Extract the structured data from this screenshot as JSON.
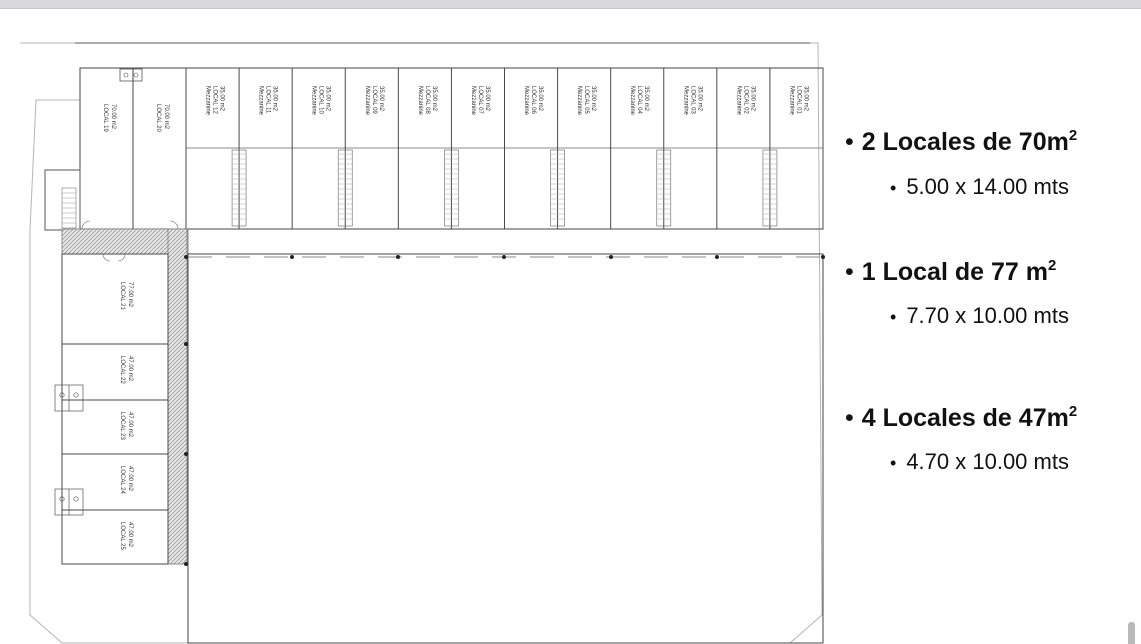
{
  "floorplan": {
    "mezzanine_units": [
      {
        "label": "Mezzanine",
        "local": "LOCAL 12",
        "area": "35.00 m2"
      },
      {
        "label": "Mezzanine",
        "local": "LOCAL 11",
        "area": "35.00 m2"
      },
      {
        "label": "Mezzanine",
        "local": "LOCAL 10",
        "area": "35.00 m2"
      },
      {
        "label": "Mezzanine",
        "local": "LOCAL 09",
        "area": "35.00 m2"
      },
      {
        "label": "Mezzanine",
        "local": "LOCAL 08",
        "area": "35.00 m2"
      },
      {
        "label": "Mezzanine",
        "local": "LOCAL 07",
        "area": "35.00 m2"
      },
      {
        "label": "Mezzanine",
        "local": "LOCAL 06",
        "area": "35.00 m2"
      },
      {
        "label": "Mezzanine",
        "local": "LOCAL 05",
        "area": "35.00 m2"
      },
      {
        "label": "Mezzanine",
        "local": "LOCAL 04",
        "area": "35.00 m2"
      },
      {
        "label": "Mezzanine",
        "local": "LOCAL 03",
        "area": "35.00 m2"
      },
      {
        "label": "Mezzanine",
        "local": "LOCAL 02",
        "area": "35.00 m2"
      },
      {
        "label": "Mezzanine",
        "local": "LOCAL 01",
        "area": "35.00 m2"
      }
    ],
    "top_left_units": [
      {
        "local": "LOCAL 19",
        "area": "70.00 m2"
      },
      {
        "local": "LOCAL 20",
        "area": "70.00 m2"
      }
    ],
    "left_units": [
      {
        "local": "LOCAL 21",
        "area": "77.00 m2"
      },
      {
        "local": "LOCAL 22",
        "area": "47.00 m2"
      },
      {
        "local": "LOCAL 23",
        "area": "47.00 m2"
      },
      {
        "local": "LOCAL 24",
        "area": "47.00 m2"
      },
      {
        "local": "LOCAL 25",
        "area": "47.00 m2"
      }
    ],
    "line_color": "#4a4a4a",
    "hatch_color": "#9a9a9a"
  },
  "bullets": [
    {
      "count_text": "2 Locales de 70m",
      "sup": "2",
      "dims": "5.00 x 14.00 mts"
    },
    {
      "count_text": "1 Local de 77 m",
      "sup": "2",
      "dims": "7.70 x 10.00 mts"
    },
    {
      "count_text": "4 Locales de 47m",
      "sup": "2",
      "dims": "4.70 x 10.00 mts"
    }
  ]
}
